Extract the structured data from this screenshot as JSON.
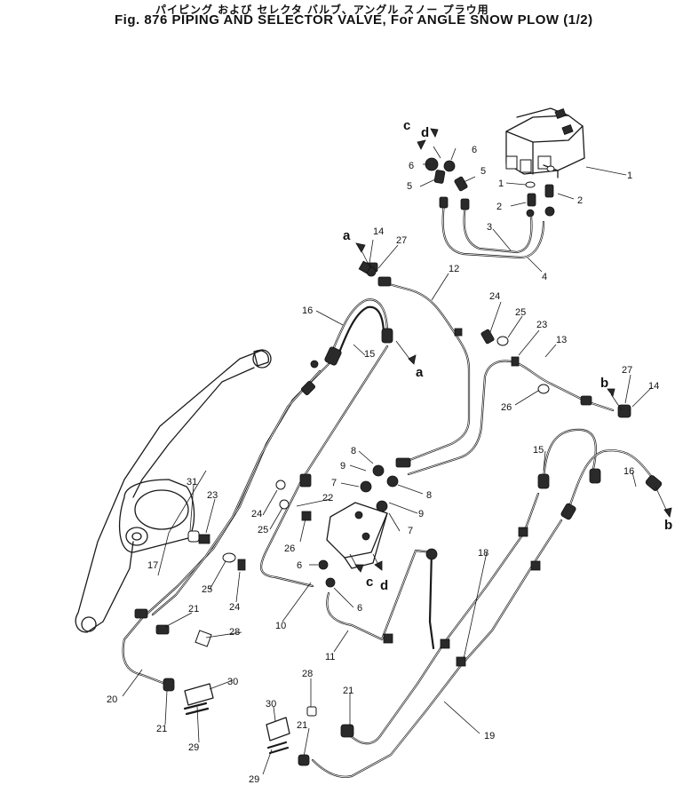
{
  "title_jp": "パイピング および セレクタ バルブ、アングル スノー プラウ用",
  "title_en": "Fig. 876  PIPING AND SELECTOR VALVE, For ANGLE SNOW PLOW (1/2)",
  "callouts": [
    {
      "name": "c",
      "text": "c"
    },
    {
      "name": "d",
      "text": "d"
    },
    {
      "name": "6a",
      "text": "6"
    },
    {
      "name": "6b",
      "text": "6"
    },
    {
      "name": "5a",
      "text": "5"
    },
    {
      "name": "5b",
      "text": "5"
    },
    {
      "name": "1a",
      "text": "1"
    },
    {
      "name": "1b",
      "text": "1"
    },
    {
      "name": "2a",
      "text": "2"
    },
    {
      "name": "2b",
      "text": "2"
    },
    {
      "name": "3",
      "text": "3"
    },
    {
      "name": "4",
      "text": "4"
    },
    {
      "name": "a1",
      "text": "a"
    },
    {
      "name": "14a",
      "text": "14"
    },
    {
      "name": "27a",
      "text": "27"
    },
    {
      "name": "12",
      "text": "12"
    },
    {
      "name": "16a",
      "text": "16"
    },
    {
      "name": "15a",
      "text": "15"
    },
    {
      "name": "a2",
      "text": "a"
    },
    {
      "name": "24a",
      "text": "24"
    },
    {
      "name": "25a",
      "text": "25"
    },
    {
      "name": "23a",
      "text": "23"
    },
    {
      "name": "13",
      "text": "13"
    },
    {
      "name": "b1",
      "text": "b"
    },
    {
      "name": "27b",
      "text": "27"
    },
    {
      "name": "14b",
      "text": "14"
    },
    {
      "name": "26a",
      "text": "26"
    },
    {
      "name": "8a",
      "text": "8"
    },
    {
      "name": "9a",
      "text": "9"
    },
    {
      "name": "7a",
      "text": "7"
    },
    {
      "name": "8b",
      "text": "8"
    },
    {
      "name": "9b",
      "text": "9"
    },
    {
      "name": "7b",
      "text": "7"
    },
    {
      "name": "15b",
      "text": "15"
    },
    {
      "name": "16b",
      "text": "16"
    },
    {
      "name": "b2",
      "text": "b"
    },
    {
      "name": "31",
      "text": "31"
    },
    {
      "name": "23b",
      "text": "23"
    },
    {
      "name": "24b",
      "text": "24"
    },
    {
      "name": "22",
      "text": "22"
    },
    {
      "name": "25b",
      "text": "25"
    },
    {
      "name": "26b",
      "text": "26"
    },
    {
      "name": "6c",
      "text": "6"
    },
    {
      "name": "c2",
      "text": "c"
    },
    {
      "name": "d2",
      "text": "d"
    },
    {
      "name": "6d",
      "text": "6"
    },
    {
      "name": "17",
      "text": "17"
    },
    {
      "name": "25c",
      "text": "25"
    },
    {
      "name": "24c",
      "text": "24"
    },
    {
      "name": "18",
      "text": "18"
    },
    {
      "name": "10",
      "text": "10"
    },
    {
      "name": "21a",
      "text": "21"
    },
    {
      "name": "11",
      "text": "11"
    },
    {
      "name": "28a",
      "text": "28"
    },
    {
      "name": "20",
      "text": "20"
    },
    {
      "name": "21b",
      "text": "21"
    },
    {
      "name": "30a",
      "text": "30"
    },
    {
      "name": "29a",
      "text": "29"
    },
    {
      "name": "28b",
      "text": "28"
    },
    {
      "name": "21c",
      "text": "21"
    },
    {
      "name": "19",
      "text": "19"
    },
    {
      "name": "30b",
      "text": "30"
    },
    {
      "name": "21d",
      "text": "21"
    },
    {
      "name": "29b",
      "text": "29"
    }
  ]
}
